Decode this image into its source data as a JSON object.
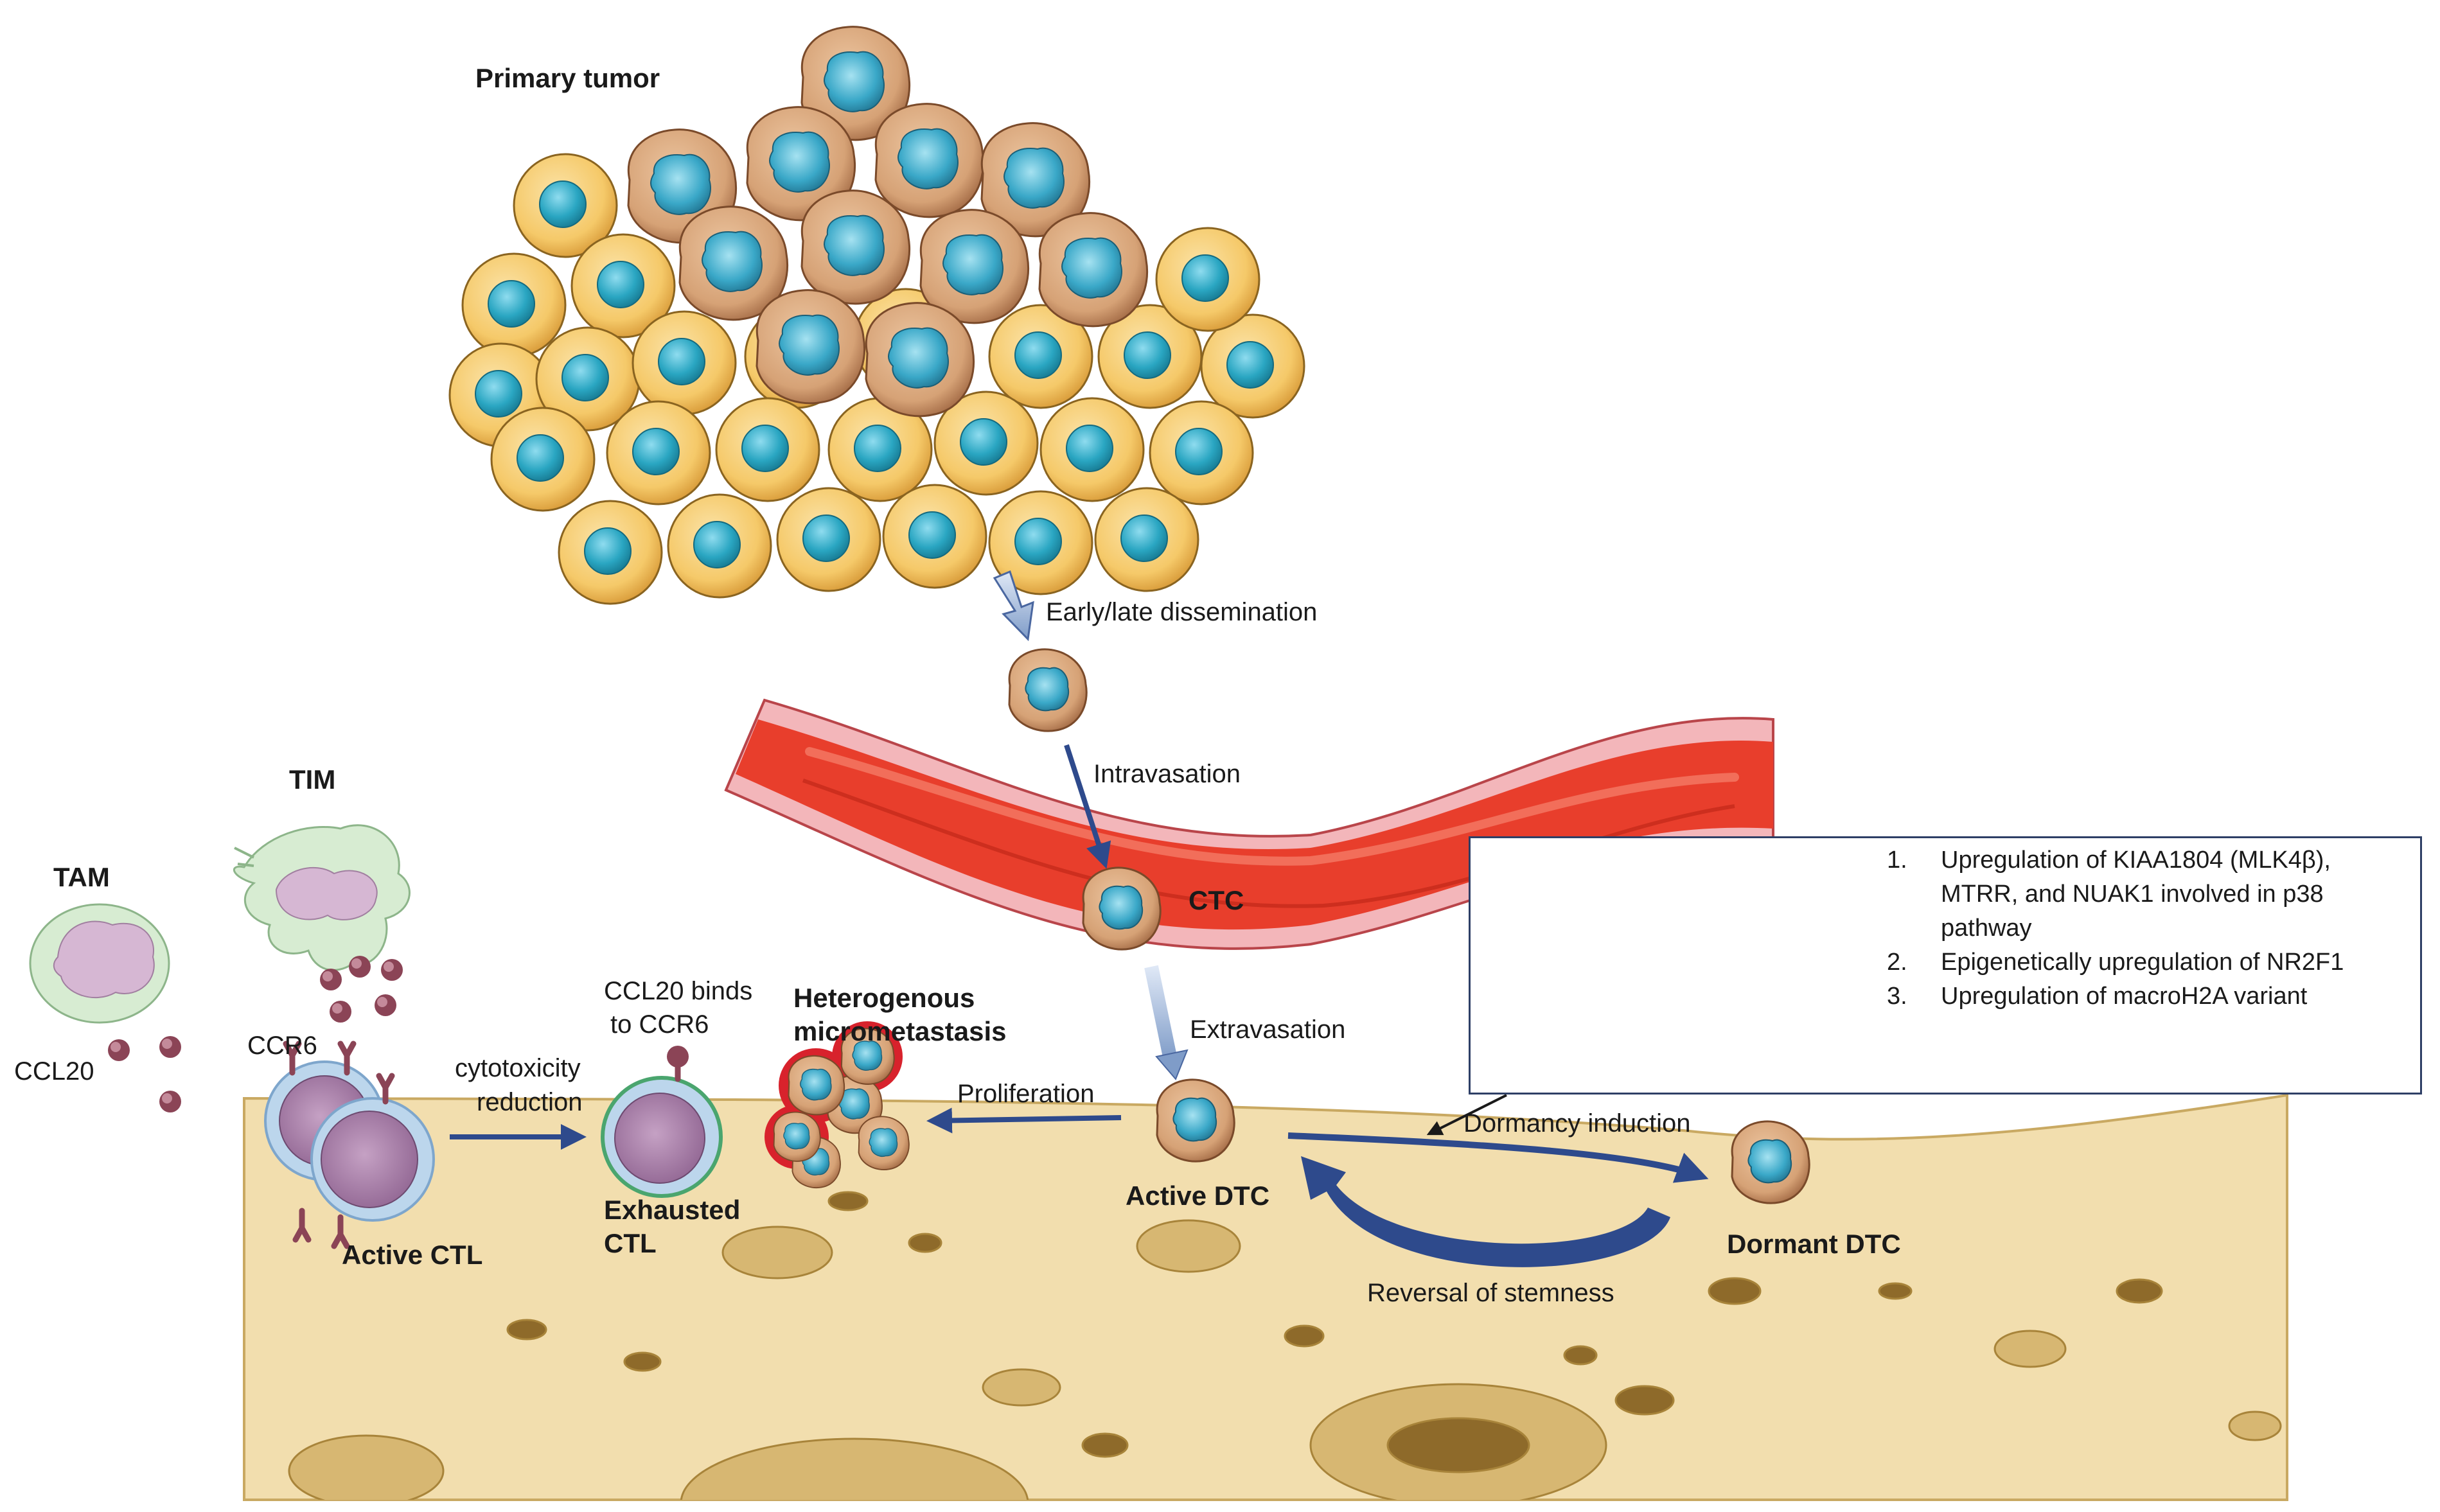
{
  "labels": {
    "primary_tumor": "Primary tumor",
    "early_late_dissemination": "Early/late dissemination",
    "intravasation": "Intravasation",
    "ctc": "CTC",
    "extravasation": "Extravasation",
    "tim": "TIM",
    "tam": "TAM",
    "ccl20": "CCL20",
    "ccr6": "CCR6",
    "cytotoxicity_reduction_line1": "cytotoxicity",
    "cytotoxicity_reduction_line2": "reduction",
    "ccl20_binds_line1": "CCL20 binds",
    "ccl20_binds_line2": "to CCR6",
    "heterogenous_line1": "Heterogenous",
    "heterogenous_line2": "micrometastasis",
    "proliferation": "Proliferation",
    "active_ctl": "Active CTL",
    "exhausted_ctl_line1": "Exhausted",
    "exhausted_ctl_line2": "CTL",
    "active_dtc": "Active DTC",
    "dormancy_induction": "Dormancy induction",
    "dormant_dtc": "Dormant DTC",
    "reversal_of_stemness": "Reversal of stemness"
  },
  "mechanism_box": {
    "items": [
      {
        "number": "1.",
        "text": "Upregulation of KIAA1804 (MLK4β), MTRR, and NUAK1 involved in p38 pathway"
      },
      {
        "number": "2.",
        "text": "Epigenetically upregulation of NR2F1"
      },
      {
        "number": "3.",
        "text": "Upregulation of macroH2A variant"
      }
    ]
  },
  "colors": {
    "normal_cell": "#f5c969",
    "tumor_cell": "#d9a87c",
    "nucleus": "#2aa6c2",
    "vessel": "#e83e2c",
    "vessel_wall": "#f3b6ba",
    "tissue": "#f2deae",
    "arrow": "#2e4a8c",
    "ctl": "#bcd6ec",
    "tam": "#d7ecd2",
    "chemokine": "#8b4456"
  }
}
